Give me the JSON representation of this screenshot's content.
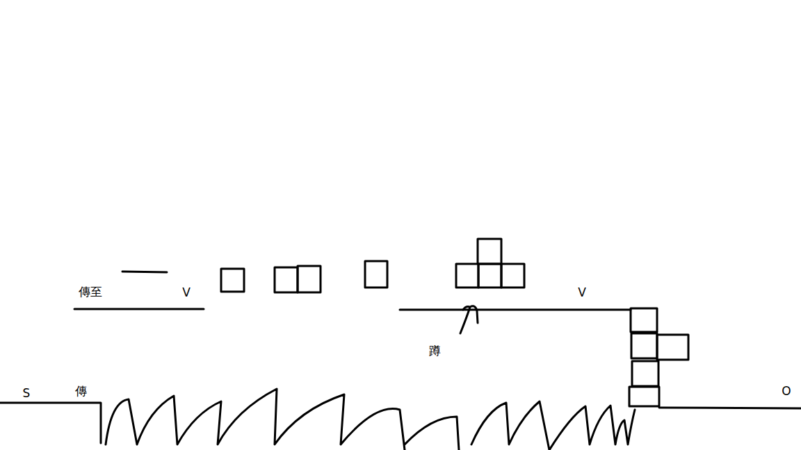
{
  "diagram": {
    "labels": [
      "S",
      "傳",
      "傳至",
      "V",
      "V",
      "蹲",
      "O"
    ]
  }
}
